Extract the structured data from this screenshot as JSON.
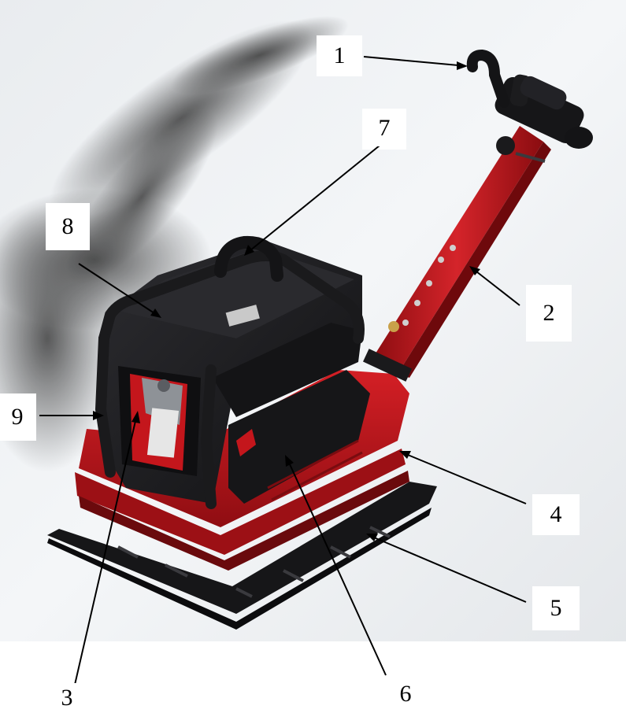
{
  "labels": {
    "l1": "1",
    "l2": "2",
    "l3": "3",
    "l4": "4",
    "l5": "5",
    "l6": "6",
    "l7": "7",
    "l8": "8",
    "l9": "9"
  },
  "colors": {
    "body_red": "#c4161c",
    "dark_red": "#7a0c10",
    "black_part": "#1c1c1e",
    "arrow": "#000000"
  }
}
